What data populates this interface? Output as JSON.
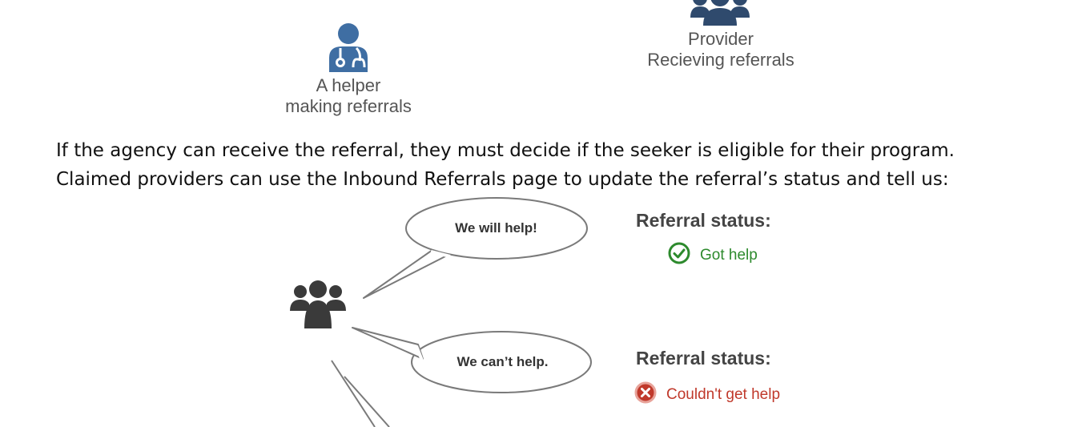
{
  "top_figure": {
    "helper": {
      "icon": "doctor-icon",
      "line1": "A helper",
      "line2": "making referrals",
      "color": "#3f6ea3"
    },
    "provider": {
      "icon": "group-icon",
      "line1": "Provider",
      "line2": "Recieving referrals",
      "color": "#2f4a6d"
    }
  },
  "paragraph": {
    "line1": "If the agency can receive the referral, they must decide if the seeker is eligible for their program.",
    "line2": "Claimed providers can use the Inbound Referrals page to update the referral’s status and tell us:"
  },
  "diagram": {
    "group_icon": "group-icon",
    "responses": [
      {
        "bubble_text": "We will help!",
        "status_label": "Referral status:",
        "status_value": "Got help",
        "status_icon": "check-circle-icon",
        "status_color": "#2d8a2d"
      },
      {
        "bubble_text": "We can’t help.",
        "status_label": "Referral status:",
        "status_value": "Couldn't get help",
        "status_icon": "x-circle-icon",
        "status_color": "#c0392b"
      }
    ]
  }
}
